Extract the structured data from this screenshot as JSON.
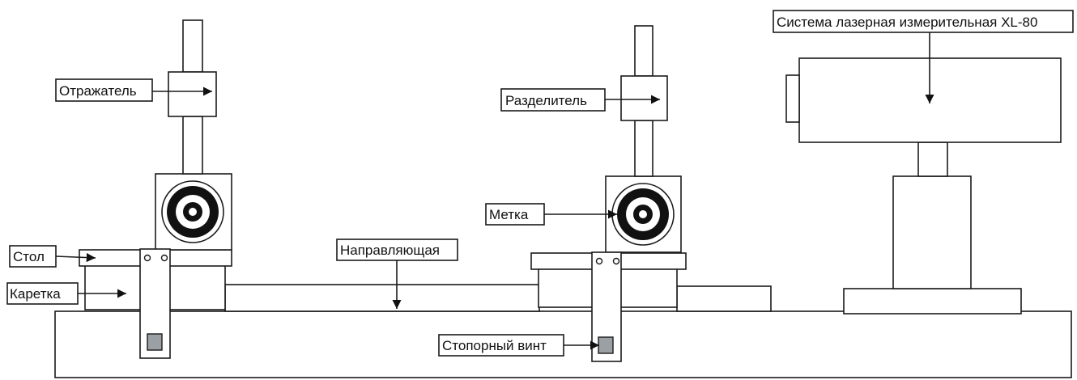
{
  "labels": {
    "reflector": "Отражатель",
    "splitter": "Разделитель",
    "laser_system": "Система лазерная измерительная XL-80",
    "table": "Стол",
    "carriage": "Каретка",
    "guide": "Направляющая",
    "mark": "Метка",
    "lock_screw": "Стопорный винт"
  },
  "colors": {
    "stroke": "#1a1a1a",
    "screw_fill": "#9aa0a3",
    "target_black": "#111111"
  }
}
